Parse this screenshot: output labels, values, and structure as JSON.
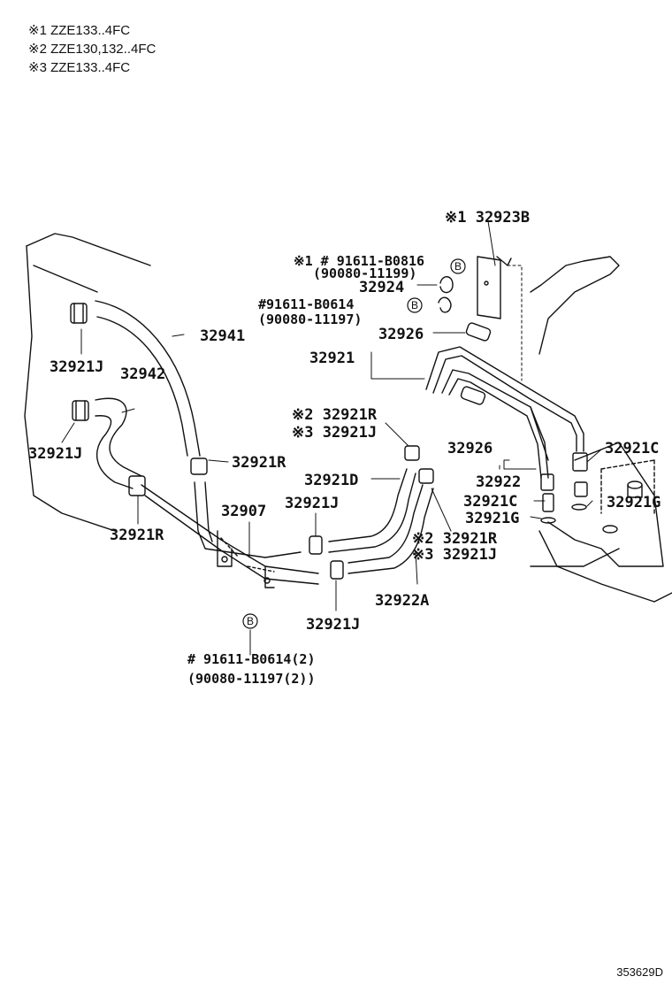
{
  "legend": [
    {
      "mark": "※1",
      "text": "ZZE133..4FC"
    },
    {
      "mark": "※2",
      "text": "ZZE130,132..4FC"
    },
    {
      "mark": "※3",
      "text": "ZZE133..4FC"
    }
  ],
  "labels": {
    "p32923B": "※1 32923B",
    "p91611_B0816": "※1 # 91611-B0816",
    "p90080_11199": "(90080-11199)",
    "p32924": "32924",
    "p91611_B0614a": "#91611-B0614",
    "p90080_11197a": "(90080-11197)",
    "p32926a": "32926",
    "p32921": "32921",
    "p32941": "32941",
    "p32921J_a": "32921J",
    "p32942": "32942",
    "p32921J_b": "32921J",
    "p32921R_a": "32921R",
    "p32921R_b": "32921R",
    "p32907": "32907",
    "p32921J_c": "32921J",
    "p32921J_d": "32921J",
    "p2_32921R_top": "※2 32921R",
    "p3_32921J_top": "※3 32921J",
    "p32921D": "32921D",
    "p32926b": "32926",
    "p32922": "32922",
    "p32921C_a": "32921C",
    "p32921C_b": "32921C",
    "p32921G_a": "32921G",
    "p32921G_b": "32921G",
    "p2_32921R_bot": "※2 32921R",
    "p3_32921J_bot": "※3 32921J",
    "p32922A": "32922A",
    "p91611_B0614b": "# 91611-B0614(2)",
    "p90080_11197b": "(90080-11197(2))",
    "circleB": "B"
  },
  "footer_code": "353629D"
}
